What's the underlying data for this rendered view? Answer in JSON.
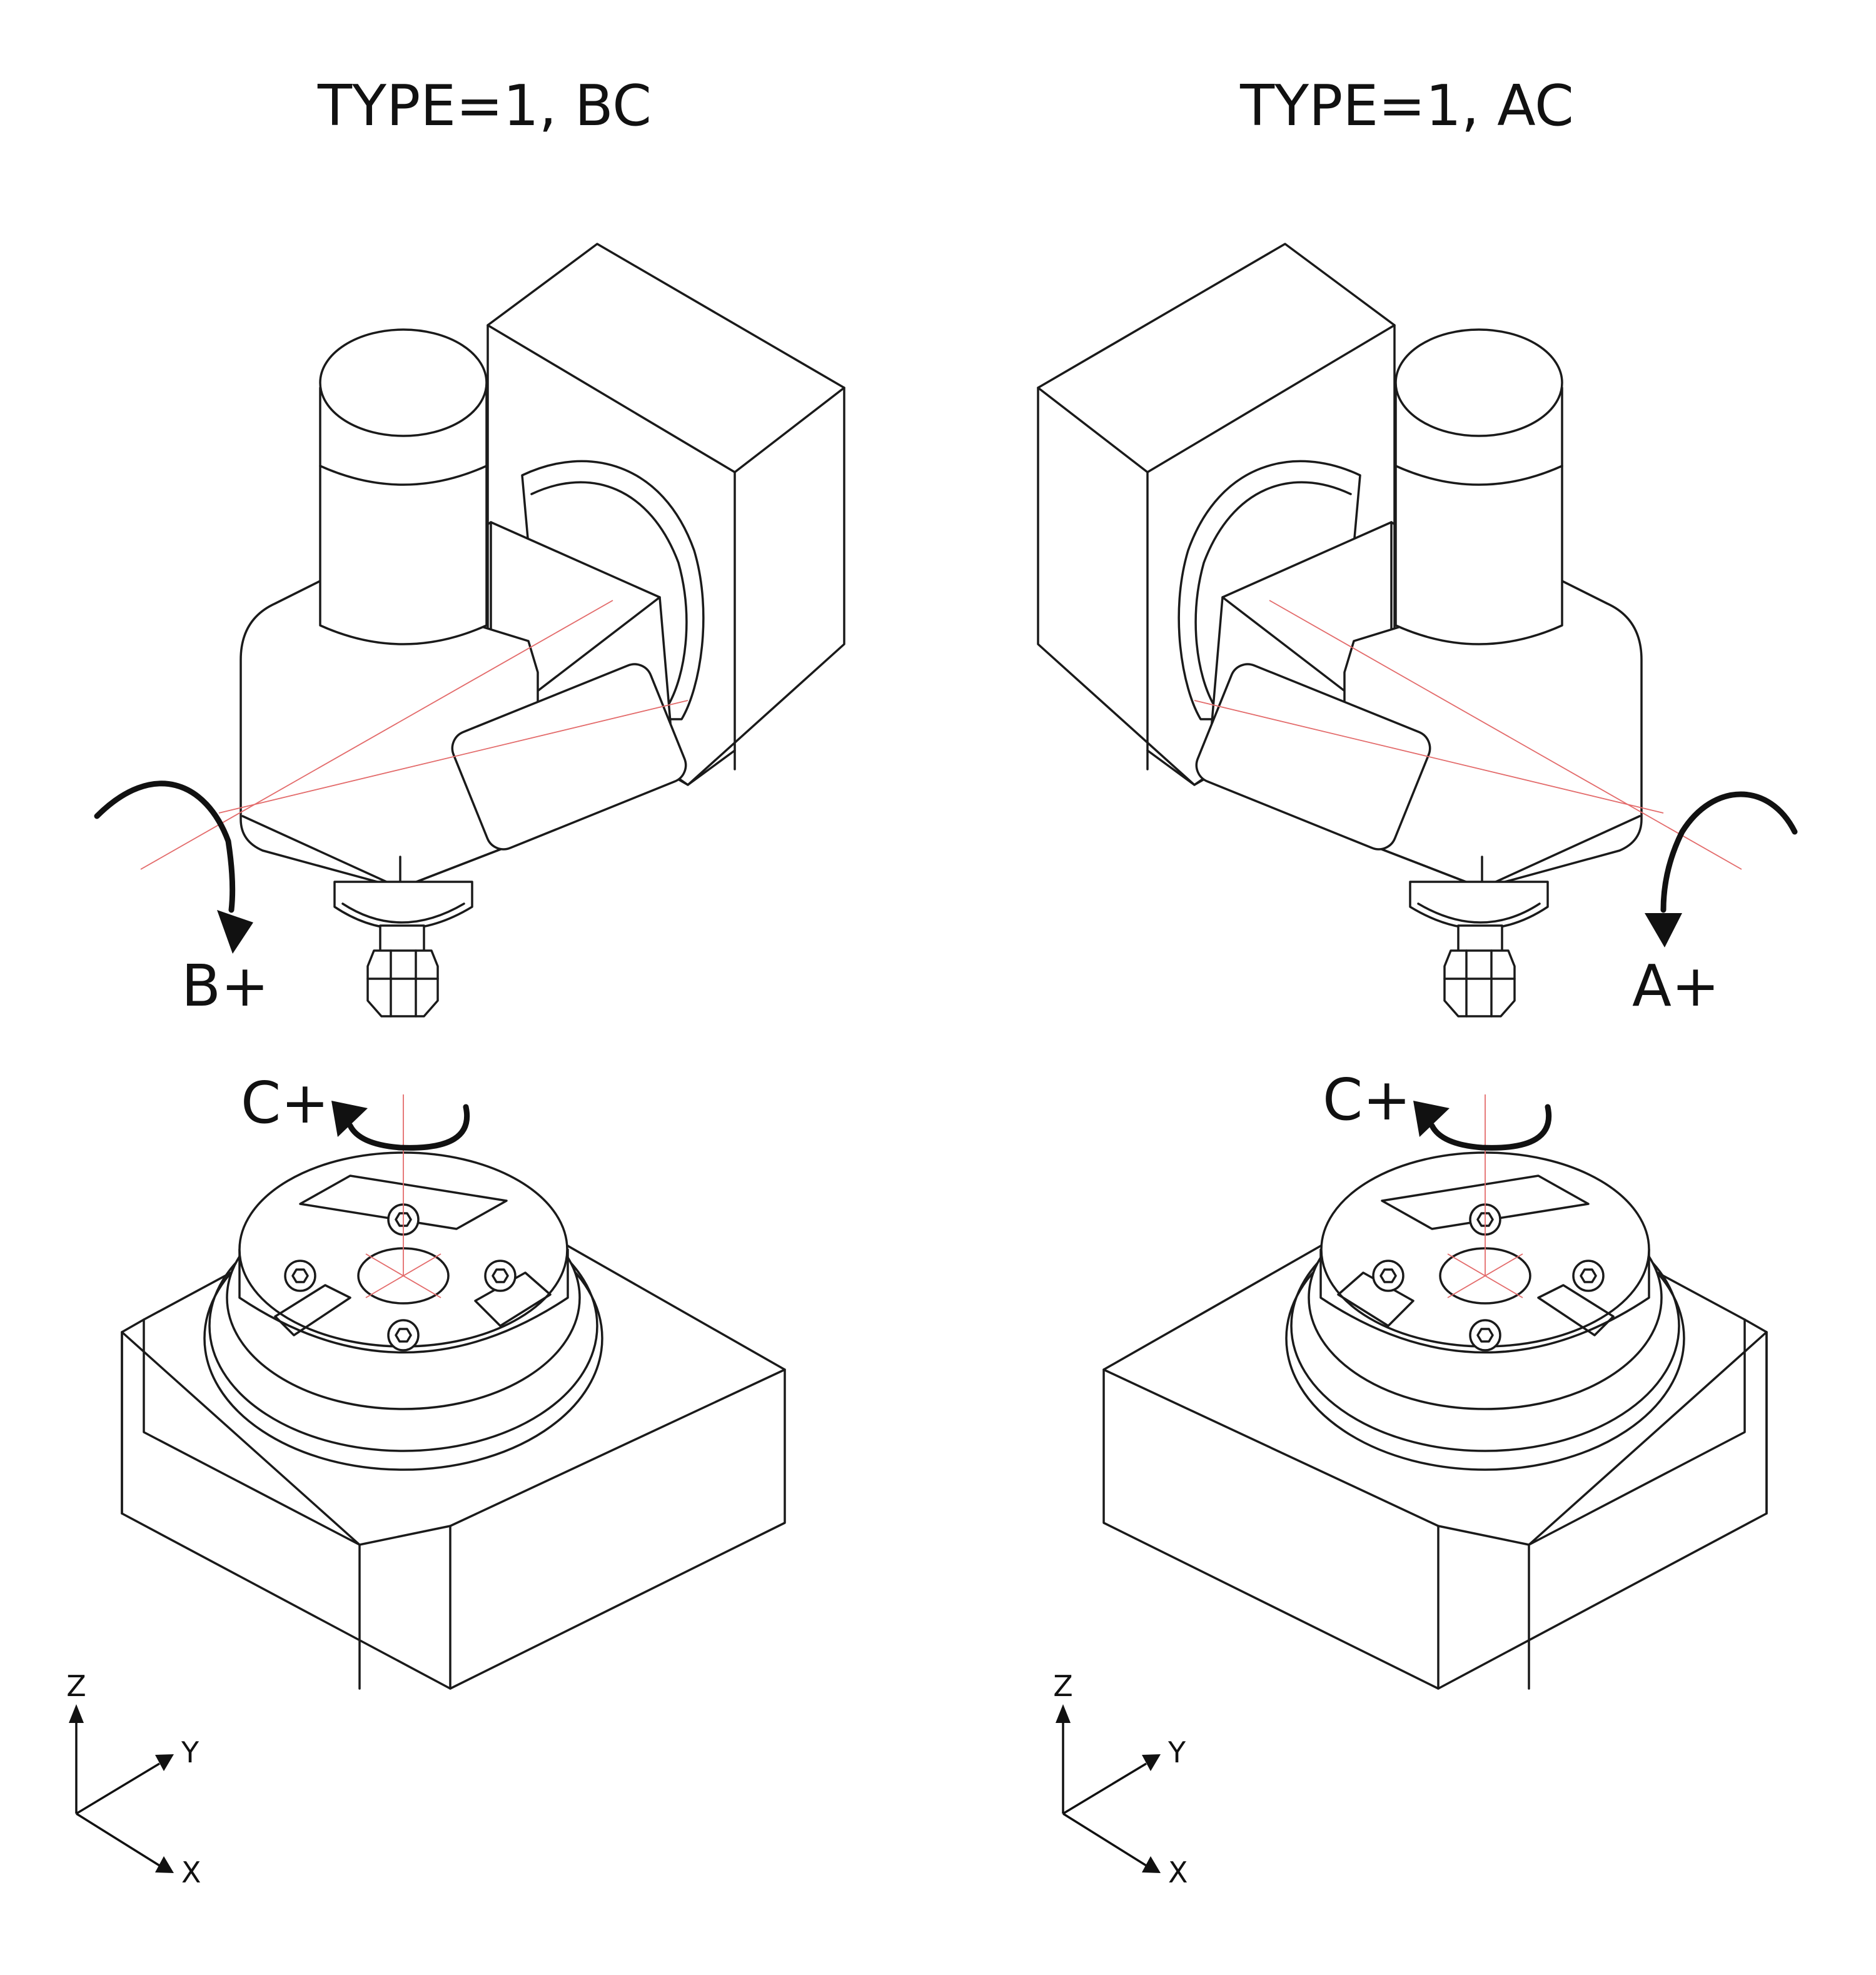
{
  "diagrams": [
    {
      "title": "TYPE=1, BC",
      "head_axis_label": "B+",
      "table_axis_label": "C+",
      "triad": {
        "z": "Z",
        "y": "Y",
        "x": "X"
      }
    },
    {
      "title": "TYPE=1, AC",
      "head_axis_label": "A+",
      "table_axis_label": "C+",
      "triad": {
        "z": "Z",
        "y": "Y",
        "x": "X"
      }
    }
  ]
}
